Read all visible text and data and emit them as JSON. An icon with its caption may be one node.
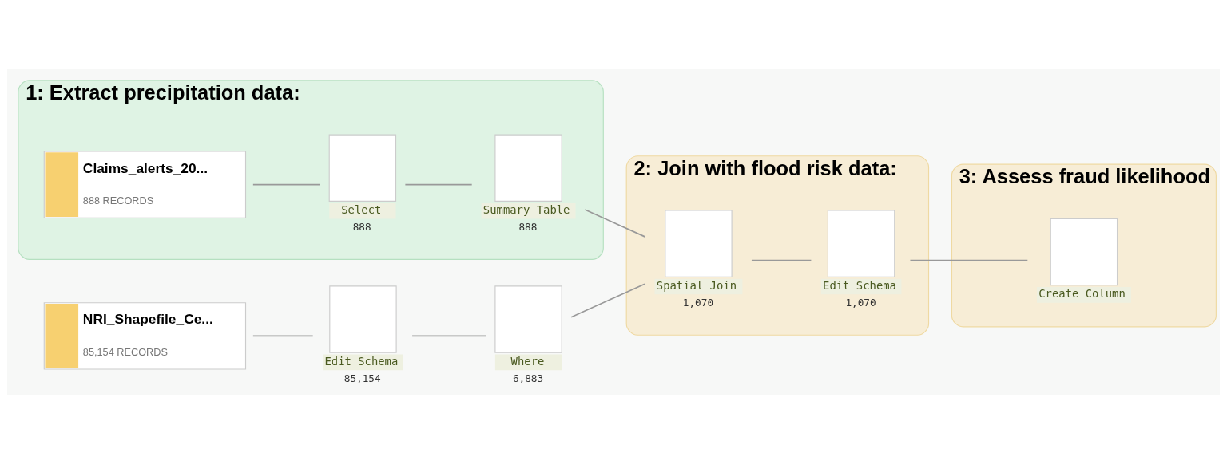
{
  "diagram": {
    "nodes": [
      {
        "text": [
          "1: Extract precipitation data:"
        ]
      },
      {
        "text": [
          "Claims_alerts_20...",
          "888 RECORDS"
        ],
        "in": 0
      },
      {
        "text": [
          "Select"
        ],
        "beside": [
          "888"
        ],
        "in": 0
      },
      {
        "text": [
          "Summary Table"
        ],
        "beside": [
          "888"
        ],
        "in": 0
      },
      {
        "text": [
          "NRI_Shapefile_Ce...",
          "85,154 RECORDS"
        ]
      },
      {
        "text": [
          "Edit Schema"
        ],
        "beside": [
          "85,154"
        ]
      },
      {
        "text": [
          "Where"
        ],
        "beside": [
          "6,883"
        ]
      },
      {
        "text": [
          "2: Join with flood risk data:"
        ]
      },
      {
        "text": [
          "Spatial Join"
        ],
        "beside": [
          "1,070"
        ],
        "in": 7
      },
      {
        "text": [
          "Edit Schema"
        ],
        "beside": [
          "1,070"
        ],
        "in": 7
      },
      {
        "text": [
          "3: Assess fraud likelihood"
        ]
      },
      {
        "text": [
          "Create Column"
        ],
        "in": 10
      }
    ],
    "edges": [
      {
        "from": 1,
        "to": 2,
        "arrow": "none"
      },
      {
        "from": 2,
        "to": 3,
        "arrow": "none"
      },
      {
        "from": 3,
        "to": 8,
        "arrow": "none"
      },
      {
        "from": 4,
        "to": 5,
        "arrow": "none"
      },
      {
        "from": 5,
        "to": 6,
        "arrow": "none"
      },
      {
        "from": 6,
        "to": 8,
        "arrow": "none"
      },
      {
        "from": 8,
        "to": 9,
        "arrow": "none"
      },
      {
        "from": 9,
        "to": 11,
        "arrow": "none"
      }
    ]
  }
}
